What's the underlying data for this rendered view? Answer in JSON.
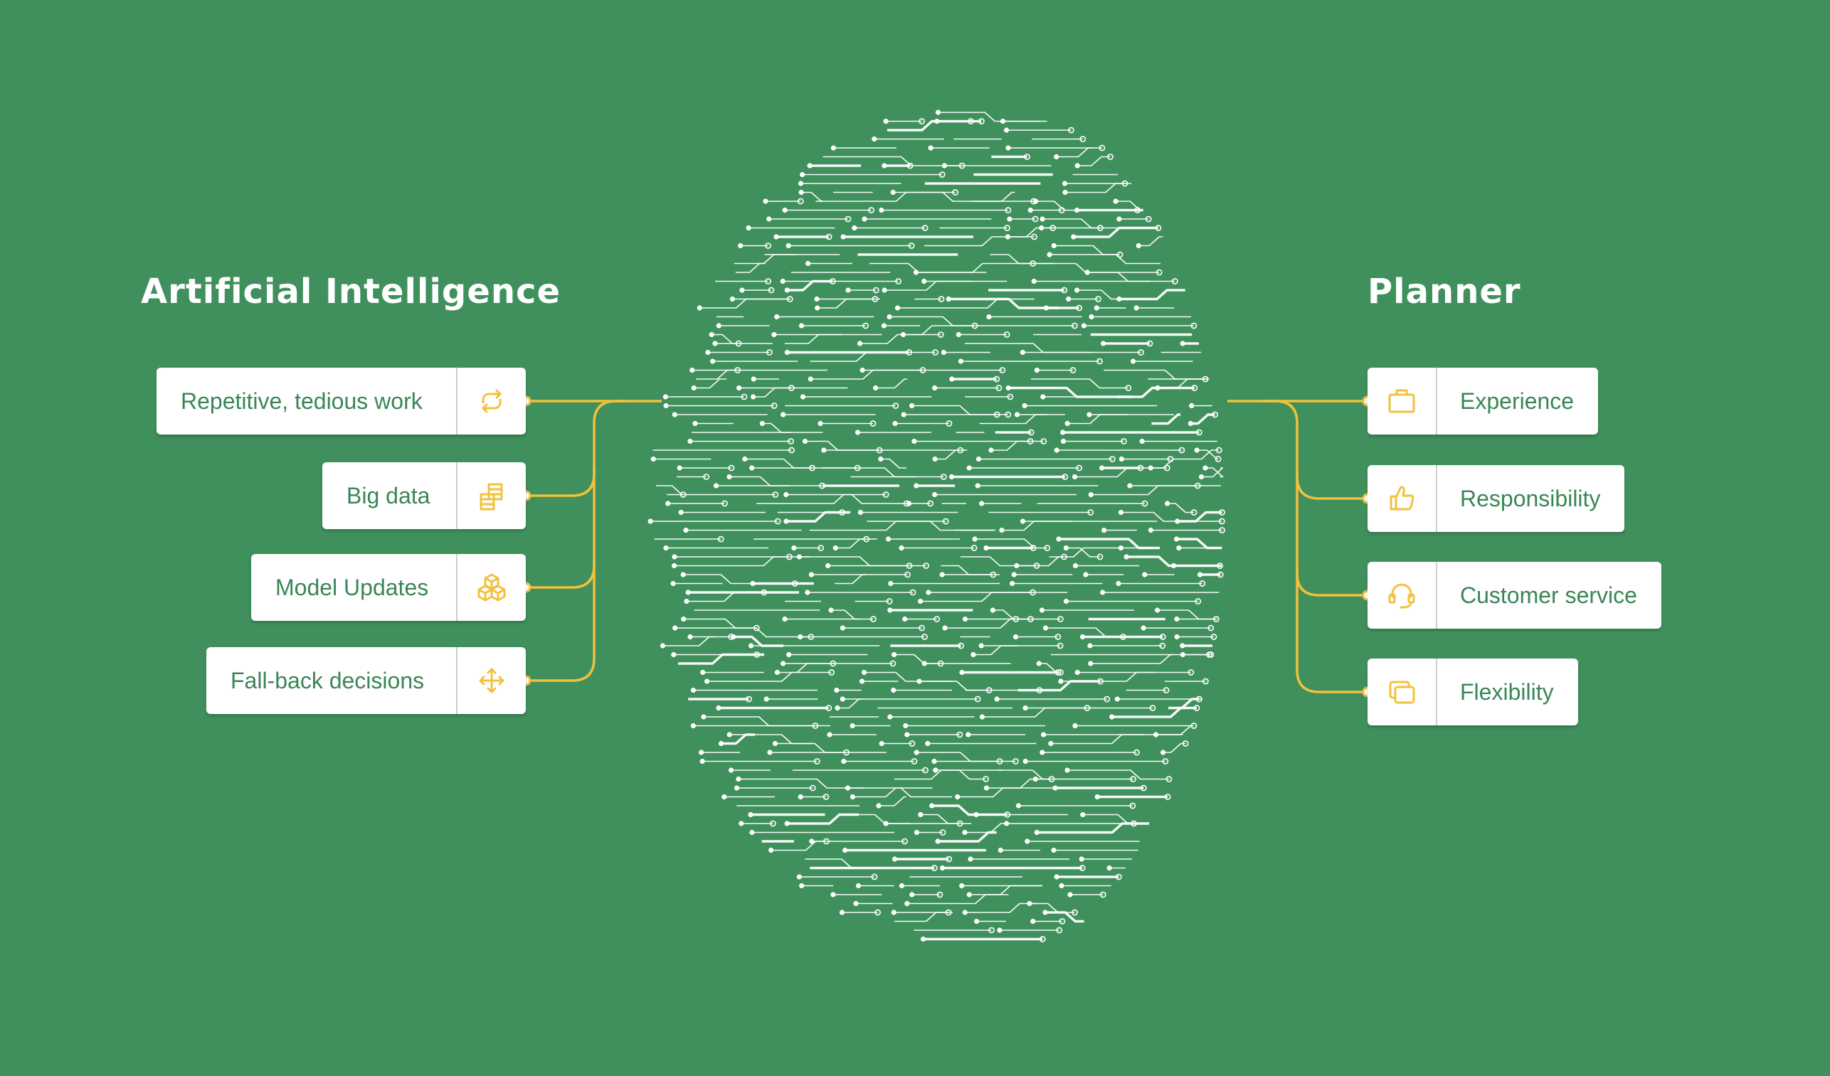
{
  "diagram": {
    "left_title": "Artificial Intelligence",
    "right_title": "Planner",
    "left_items": [
      {
        "label": "Repetitive, tedious work",
        "icon": "refresh-icon"
      },
      {
        "label": "Big data",
        "icon": "data-stack-icon"
      },
      {
        "label": "Model Updates",
        "icon": "cubes-icon"
      },
      {
        "label": "Fall-back decisions",
        "icon": "move-arrows-icon"
      }
    ],
    "right_items": [
      {
        "label": "Experience",
        "icon": "briefcase-icon"
      },
      {
        "label": "Responsibility",
        "icon": "thumbs-up-icon"
      },
      {
        "label": "Customer service",
        "icon": "headset-icon"
      },
      {
        "label": "Flexibility",
        "icon": "windows-icon"
      }
    ],
    "colors": {
      "background": "#40905d",
      "card": "#ffffff",
      "label_text": "#3a8656",
      "accent": "#f2c13c",
      "circuit": "#ffffff"
    }
  }
}
